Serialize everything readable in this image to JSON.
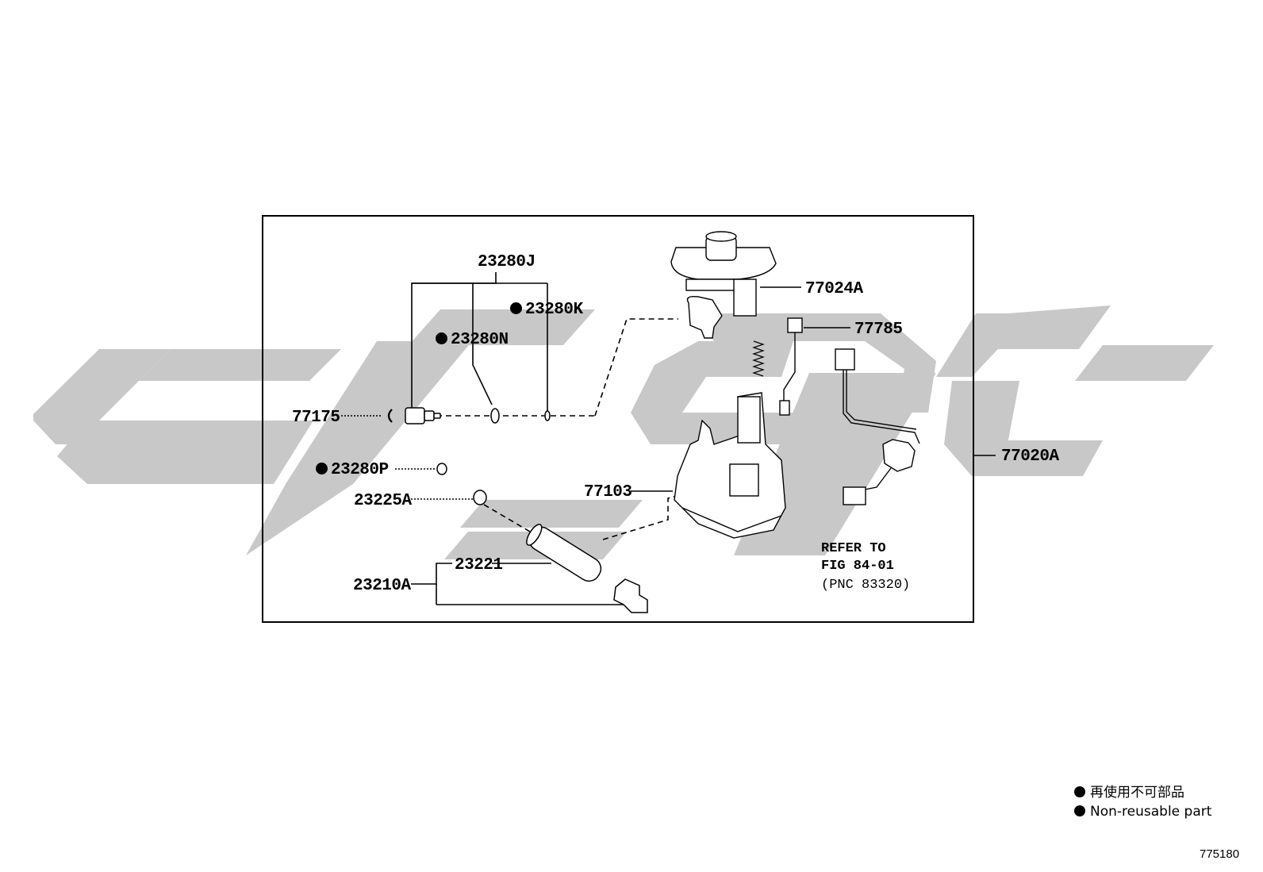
{
  "parts": {
    "p23280J": "23280J",
    "p23280K": "23280K",
    "p23280N": "23280N",
    "p77024A": "77024A",
    "p77785": "77785",
    "p77175": "77175",
    "p77020A": "77020A",
    "p23280P": "23280P",
    "p23225A": "23225A",
    "p77103": "77103",
    "p23221": "23221",
    "p23210A": "23210A"
  },
  "reference": {
    "line1": "REFER TO",
    "line2": "FIG 84-01",
    "line3": "(PNC 83320)"
  },
  "legend": {
    "chinese": "再使用不可部品",
    "english": "Non-reusable part"
  },
  "figure_number": "775180",
  "colors": {
    "line": "#000000",
    "watermark": "#c8c8c8",
    "background": "#ffffff"
  }
}
